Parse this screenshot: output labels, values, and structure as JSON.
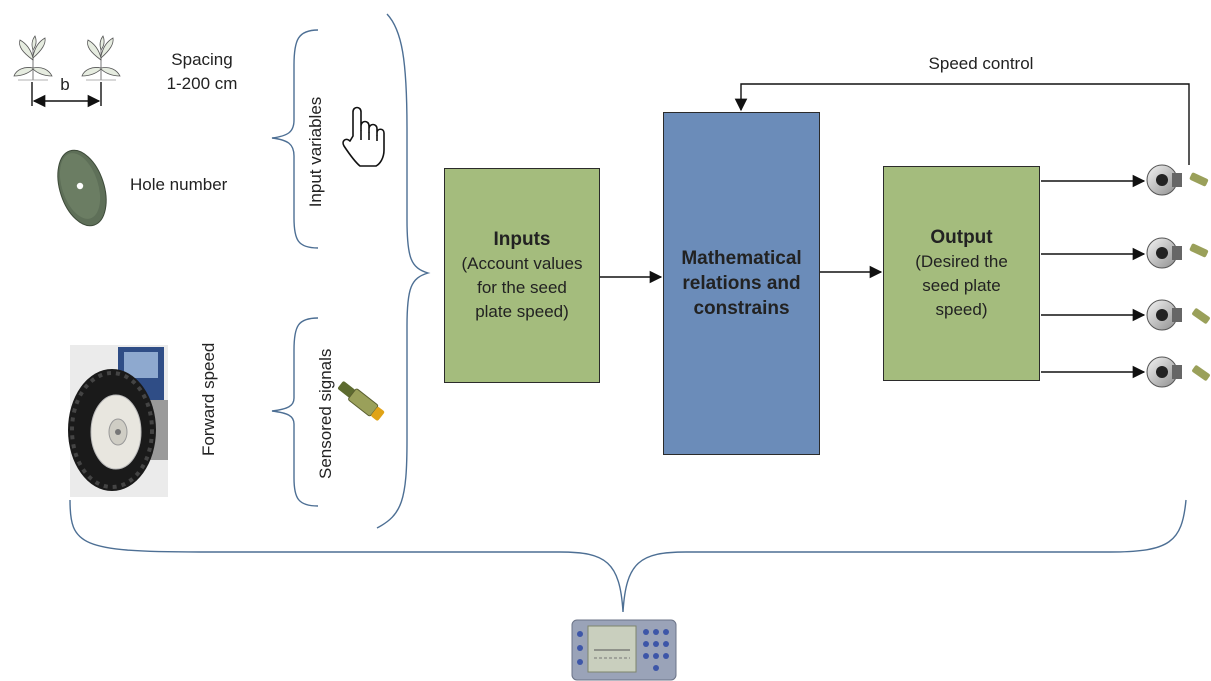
{
  "colors": {
    "input_box": "#a4bc7d",
    "process_box": "#6b8cb9",
    "output_box": "#a4bc7d",
    "brace": "#4d6f94"
  },
  "labels": {
    "spacing_line1": "Spacing",
    "spacing_line2": "1-200 cm",
    "spacing_symbol": "b",
    "hole_number": "Hole number",
    "input_variables": "Input variables",
    "forward_speed": "Forward speed",
    "sensored_signals": "Sensored signals",
    "speed_control": "Speed control"
  },
  "boxes": {
    "inputs": {
      "title": "Inputs",
      "lines": [
        "(Account values",
        "for the seed",
        "plate speed)"
      ]
    },
    "process": {
      "lines": [
        "Mathematical",
        "relations and",
        "constrains"
      ]
    },
    "output": {
      "title": "Output",
      "lines": [
        "(Desired the",
        "seed plate",
        "speed)"
      ]
    }
  },
  "icons": {
    "plant": "plant-icon",
    "seed_plate": "seed-plate-icon",
    "hand_pointer": "hand-pointer-icon",
    "tractor": "tractor-wheel-icon",
    "sensor": "proximity-sensor-icon",
    "motor": "stepper-motor-icon",
    "controller": "controller-display-icon"
  }
}
